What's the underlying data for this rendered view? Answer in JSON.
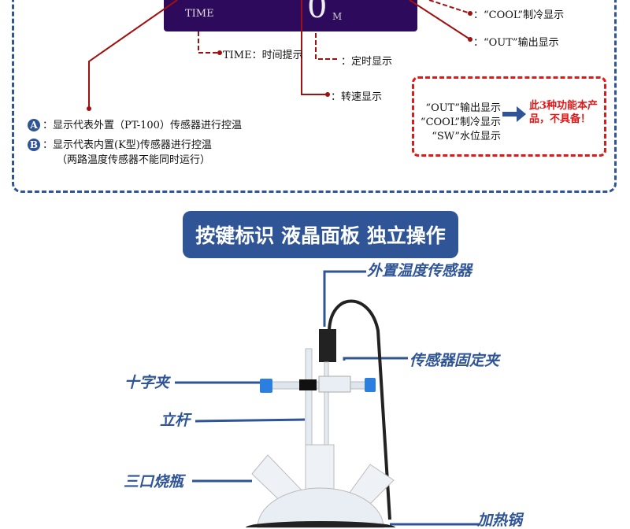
{
  "lcd": {
    "time_label": "TIME",
    "digit": "0",
    "unit": "M"
  },
  "callouts": {
    "time": "TIME：时间提示",
    "timer": "：定时显示",
    "speed": "：转速显示",
    "cool": "：“COOL”制冷显示",
    "out": "：“OUT”输出显示"
  },
  "notes": {
    "a_badge": "A",
    "a_text": "：显示代表外置（PT-100）传感器进行控温",
    "b_badge": "B",
    "b_text": "：显示代表内置(K型)传感器进行控温",
    "b_sub": "（两路温度传感器不能同时运行）"
  },
  "unavailable": {
    "items": [
      "“OUT”输出显示",
      "“COOL”制冷显示",
      "“SW”水位显示"
    ],
    "note": "此3种功能本产品，不具备！",
    "accent": "#e01818"
  },
  "banner": {
    "title": "按键标识 液晶面板 独立操作"
  },
  "parts": {
    "sensor": "外置温度传感器",
    "clamp": "传感器固定夹",
    "cross_clamp": "十字夹",
    "rod": "立杆",
    "flask": "三口烧瓶",
    "pot": "加热锅"
  },
  "colors": {
    "brand": "#2f5597",
    "lcd": "#2e0a5c",
    "callout": "#a01010"
  }
}
